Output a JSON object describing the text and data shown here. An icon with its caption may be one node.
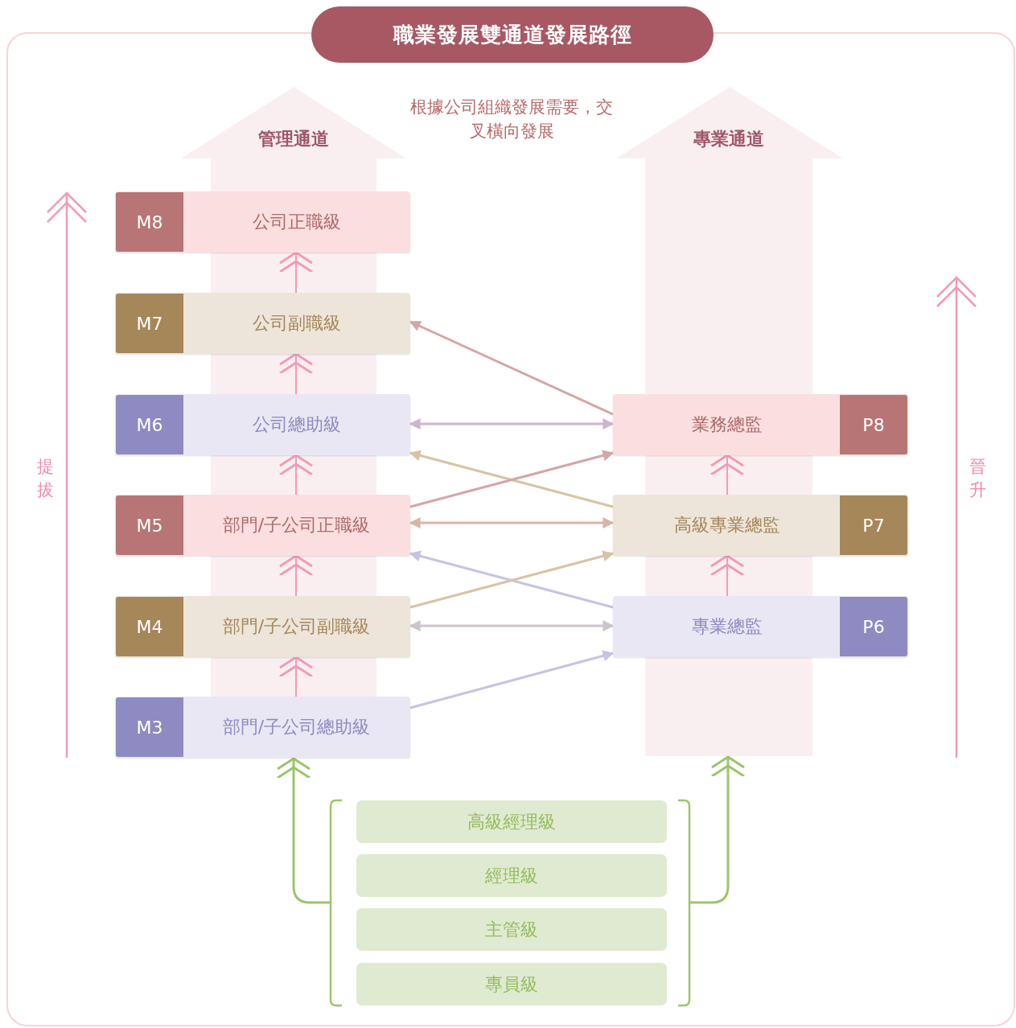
{
  "diagram": {
    "title": "職業發展雙通道發展路徑",
    "nodes": [
      {
        "text": [
          "M8",
          "公司正職級"
        ]
      },
      {
        "text": [
          "M7",
          "公司副職級"
        ]
      },
      {
        "text": [
          "M6",
          "公司總助級"
        ]
      },
      {
        "text": [
          "M5",
          "部門/子公司正職級"
        ]
      },
      {
        "text": [
          "M4",
          "部門/子公司副職級"
        ]
      },
      {
        "text": [
          "M3",
          "部門/子公司總助級"
        ]
      },
      {
        "text": [
          "業務總監",
          "P8"
        ]
      },
      {
        "text": [
          "高級專業總監",
          "P7"
        ]
      },
      {
        "text": [
          "專業總監",
          "P6"
        ]
      },
      {
        "text": [
          "高級經理級"
        ]
      },
      {
        "text": [
          "經理級"
        ]
      },
      {
        "text": [
          "主管級"
        ]
      },
      {
        "text": [
          "專員級"
        ]
      },
      {
        "text": [],
        "shape": "bracket"
      },
      {
        "text": [],
        "shape": "bracket"
      }
    ],
    "edges": [
      {
        "from": 6,
        "to": 1,
        "arrow": "to",
        "color": "#d4a6a6"
      },
      {
        "from": 2,
        "to": 6,
        "arrow": "both",
        "color": "#cdb6cf"
      },
      {
        "from": 7,
        "to": 2,
        "arrow": "to",
        "color": "#d6c4a4"
      },
      {
        "from": 3,
        "to": 6,
        "arrow": "to",
        "color": "#d4a6a6"
      },
      {
        "from": 3,
        "to": 7,
        "arrow": "both",
        "color": "#d6b6a8"
      },
      {
        "from": 8,
        "to": 3,
        "arrow": "to",
        "color": "#c6c4e4"
      },
      {
        "from": 4,
        "to": 7,
        "arrow": "to",
        "color": "#d6c4a4"
      },
      {
        "from": 4,
        "to": 8,
        "arrow": "both",
        "color": "#cfc4cc"
      },
      {
        "from": 5,
        "to": 8,
        "arrow": "to",
        "color": "#c6c4e4"
      },
      {
        "from": 5,
        "to": 4,
        "arrow": "to"
      },
      {
        "from": 4,
        "to": 3,
        "arrow": "to"
      },
      {
        "from": 3,
        "to": 2,
        "arrow": "to"
      },
      {
        "from": 2,
        "to": 1,
        "arrow": "to"
      },
      {
        "from": 1,
        "to": 0,
        "arrow": "to"
      },
      {
        "from": 8,
        "to": 7,
        "arrow": "to"
      },
      {
        "from": 7,
        "to": 6,
        "arrow": "to"
      },
      {
        "from": 13,
        "to": 5,
        "arrow": "to",
        "color": "#9cc56b"
      },
      {
        "from": 14,
        "to": null,
        "arrow": "to",
        "color": "#9cc56b"
      }
    ],
    "labels": [
      "根據公司組織發展需要，交叉橫向發展",
      "管理通道",
      "專業通道",
      "提拔",
      "晉升"
    ]
  }
}
